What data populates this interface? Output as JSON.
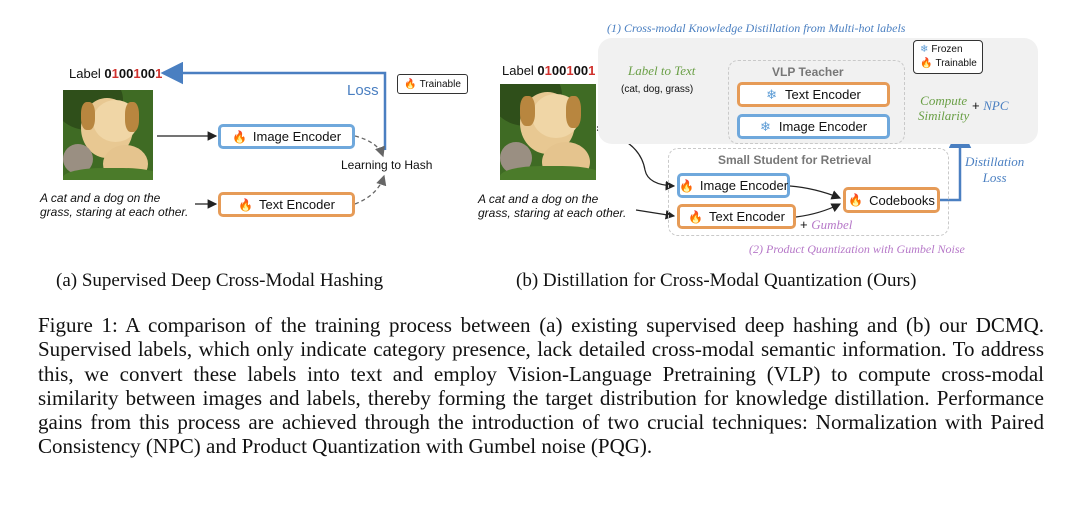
{
  "panel_a": {
    "label_prefix": "Label ",
    "code": [
      "0",
      "1",
      "0",
      "0",
      "1",
      "0",
      "0",
      "1"
    ],
    "loss": "Loss",
    "trainable_legend": "Trainable",
    "image_encoder": "Image Encoder",
    "text_encoder": "Text Encoder",
    "learning_to_hash": "Learning to Hash",
    "caption_line1": "A cat and a dog on the",
    "caption_line2": "grass, staring at each other.",
    "subcaption": "(a) Supervised Deep Cross-Modal Hashing"
  },
  "panel_b": {
    "kd_title": "(1) Cross-modal Knowledge Distillation from Multi-hot labels",
    "label_prefix": "Label ",
    "code": [
      "0",
      "1",
      "0",
      "0",
      "1",
      "0",
      "0",
      "1"
    ],
    "label_to_text": "Label to Text",
    "label_words": "(cat, dog, grass)",
    "vlp_teacher": "VLP Teacher",
    "teacher_text_encoder": "Text Encoder",
    "teacher_image_encoder": "Image Encoder",
    "compute": "Compute",
    "similarity": "Similarity",
    "plus_npc": "+ ",
    "npc": "NPC",
    "legend_frozen": "Frozen",
    "legend_trainable": "Trainable",
    "student_title": "Small Student for Retrieval",
    "student_image_encoder": "Image Encoder",
    "student_text_encoder": "Text Encoder",
    "plus_gumbel": "+ ",
    "gumbel": "Gumbel",
    "codebooks": "Codebooks",
    "distillation": "Distillation",
    "loss": "Loss",
    "pq_title": "(2) Product Quantization with Gumbel Noise",
    "caption_line1": "A cat and a dog on the",
    "caption_line2": "grass, staring at each other.",
    "subcaption": "(b) Distillation for Cross-Modal Quantization (Ours)"
  },
  "figure_caption": "Figure 1: A comparison of the training process between (a) existing supervised deep hashing and (b) our DCMQ. Supervised labels, which only indicate category presence, lack detailed cross-modal semantic information. To address this, we convert these labels into text and employ Vision-Language Pretraining (VLP) to compute cross-modal similarity between images and labels, thereby forming the target distribution for knowledge distillation. Performance gains from this process are achieved through the introduction of two crucial techniques: Normalization with Paired Consistency (NPC) and Product Quantization with Gumbel noise (PQG).",
  "icons": {
    "fire": "fire-icon",
    "snowflake": "snowflake-icon"
  },
  "colors": {
    "blue_border": "#6fa8dc",
    "orange_border": "#e69b57",
    "accent_red": "#d0312d",
    "arrow_blue": "#4a7fc1"
  }
}
